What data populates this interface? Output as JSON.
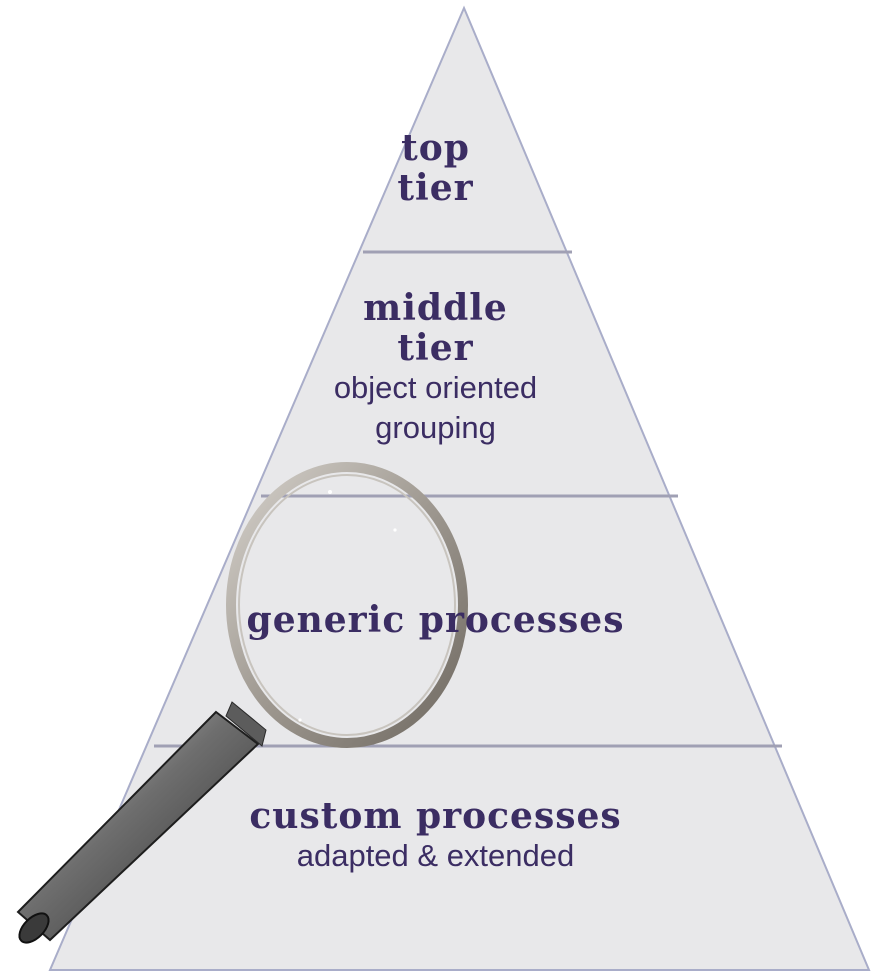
{
  "tiers": {
    "top": {
      "line1": "top",
      "line2": "tier"
    },
    "middle": {
      "line1": "middle",
      "line2": "tier",
      "sub1": "object oriented",
      "sub2": "grouping"
    },
    "generic": {
      "title": "generic processes"
    },
    "custom": {
      "title": "custom processes",
      "sub": "adapted & extended"
    }
  },
  "colors": {
    "text": "#3b2d63",
    "fill": "#e8e8ea",
    "edge": "#a9adc9"
  },
  "icons": [
    "magnifying-glass-icon"
  ]
}
